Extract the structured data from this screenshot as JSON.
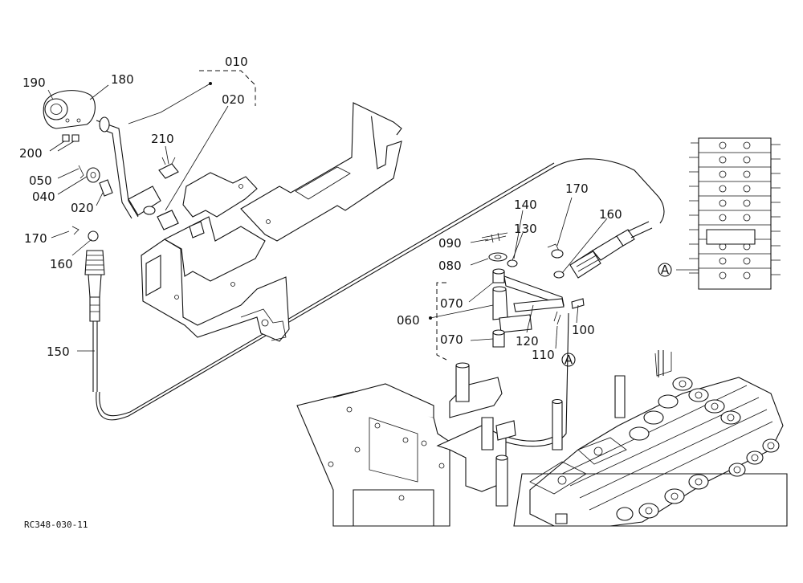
{
  "drawing_code": "RC348-030-11",
  "reference_marker": "A",
  "parts": {
    "p010": "010",
    "p020a": "020",
    "p020b": "020",
    "p040": "040",
    "p050": "050",
    "p060": "060",
    "p070a": "070",
    "p070b": "070",
    "p080": "080",
    "p090": "090",
    "p100": "100",
    "p110": "110",
    "p120": "120",
    "p130": "130",
    "p140": "140",
    "p150": "150",
    "p160a": "160",
    "p160b": "160",
    "p170a": "170",
    "p170b": "170",
    "p180": "180",
    "p190": "190",
    "p200": "200",
    "p210": "210"
  }
}
